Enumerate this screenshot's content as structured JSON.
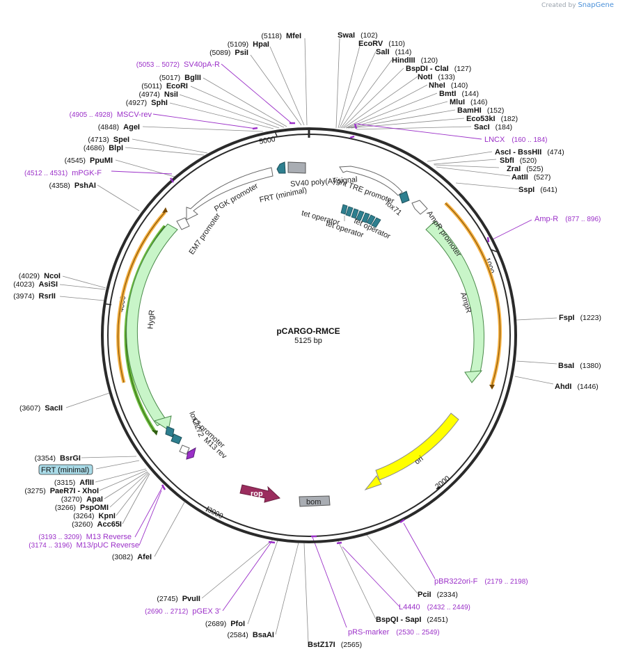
{
  "brand": {
    "prefix": "Created by",
    "name": "SnapGene"
  },
  "plasmid": {
    "name": "pCARGO-RMCE",
    "length_label": "5125 bp"
  },
  "ticks": [
    "1000",
    "2000",
    "3000",
    "4000",
    "5000"
  ],
  "enzymes": [
    {
      "id": "mfei",
      "name": "MfeI",
      "pos": "(5118)"
    },
    {
      "id": "hpai",
      "name": "HpaI",
      "pos": "(5109)"
    },
    {
      "id": "psii",
      "name": "PsiI",
      "pos": "(5089)"
    },
    {
      "id": "bglii",
      "name": "BglII",
      "pos": "(5017)"
    },
    {
      "id": "ecori",
      "name": "EcoRI",
      "pos": "(5011)"
    },
    {
      "id": "nsii",
      "name": "NsiI",
      "pos": "(4974)"
    },
    {
      "id": "sphi",
      "name": "SphI",
      "pos": "(4927)"
    },
    {
      "id": "agei",
      "name": "AgeI",
      "pos": "(4848)"
    },
    {
      "id": "spei",
      "name": "SpeI",
      "pos": "(4713)"
    },
    {
      "id": "blpi",
      "name": "BlpI",
      "pos": "(4686)"
    },
    {
      "id": "ppumi",
      "name": "PpuMI",
      "pos": "(4545)"
    },
    {
      "id": "pshai",
      "name": "PshAI",
      "pos": "(4358)"
    },
    {
      "id": "ncoi",
      "name": "NcoI",
      "pos": "(4029)"
    },
    {
      "id": "asisi",
      "name": "AsiSI",
      "pos": "(4023)"
    },
    {
      "id": "rsrii",
      "name": "RsrII",
      "pos": "(3974)"
    },
    {
      "id": "sacii",
      "name": "SacII",
      "pos": "(3607)"
    },
    {
      "id": "bsrgi",
      "name": "BsrGI",
      "pos": "(3354)"
    },
    {
      "id": "afliii",
      "name": "AflII",
      "pos": "(3315)"
    },
    {
      "id": "paer7i",
      "name": "PaeR7I  - XhoI",
      "pos": "(3275)"
    },
    {
      "id": "apai",
      "name": "ApaI",
      "pos": "(3270)"
    },
    {
      "id": "pspomi",
      "name": "PspOMI",
      "pos": "(3266)"
    },
    {
      "id": "kpni",
      "name": "KpnI",
      "pos": "(3264)"
    },
    {
      "id": "acc65i",
      "name": "Acc65I",
      "pos": "(3260)"
    },
    {
      "id": "afei",
      "name": "AfeI",
      "pos": "(3082)"
    },
    {
      "id": "pvuii",
      "name": "PvuII",
      "pos": "(2745)"
    },
    {
      "id": "pfoi",
      "name": "PfoI",
      "pos": "(2689)"
    },
    {
      "id": "bsaai",
      "name": "BsaAI",
      "pos": "(2584)"
    },
    {
      "id": "bstz17i",
      "name": "BstZ17I",
      "pos": "(2565)"
    },
    {
      "id": "bspqi",
      "name": "BspQI  - SapI",
      "pos": "(2451)"
    },
    {
      "id": "pcii",
      "name": "PciI",
      "pos": "(2334)"
    },
    {
      "id": "ahdi",
      "name": "AhdI",
      "pos": "(1446)"
    },
    {
      "id": "bsai",
      "name": "BsaI",
      "pos": "(1380)"
    },
    {
      "id": "fspi",
      "name": "FspI",
      "pos": "(1223)"
    },
    {
      "id": "sspi",
      "name": "SspI",
      "pos": "(641)"
    },
    {
      "id": "aatii",
      "name": "AatII",
      "pos": "(527)"
    },
    {
      "id": "zrai",
      "name": "ZraI",
      "pos": "(525)"
    },
    {
      "id": "sbfi",
      "name": "SbfI",
      "pos": "(520)"
    },
    {
      "id": "asci",
      "name": "AscI  - BssHII",
      "pos": "(474)"
    },
    {
      "id": "saci",
      "name": "SacI",
      "pos": "(184)"
    },
    {
      "id": "eco53ki",
      "name": "Eco53kI",
      "pos": "(182)"
    },
    {
      "id": "bamhi",
      "name": "BamHI",
      "pos": "(152)"
    },
    {
      "id": "mlui",
      "name": "MluI",
      "pos": "(146)"
    },
    {
      "id": "bmti",
      "name": "BmtI",
      "pos": "(144)"
    },
    {
      "id": "nhei",
      "name": "NheI",
      "pos": "(140)"
    },
    {
      "id": "noti",
      "name": "NotI",
      "pos": "(133)"
    },
    {
      "id": "bspdi",
      "name": "BspDI  - ClaI",
      "pos": "(127)"
    },
    {
      "id": "hindiii",
      "name": "HindIII",
      "pos": "(120)"
    },
    {
      "id": "sali",
      "name": "SalI",
      "pos": "(114)"
    },
    {
      "id": "ecorv",
      "name": "EcoRV",
      "pos": "(110)"
    },
    {
      "id": "swai",
      "name": "SwaI",
      "pos": "(102)"
    }
  ],
  "primers": [
    {
      "id": "sv40pa-r",
      "name": "SV40pA-R",
      "pos": "(5053 .. 5072)"
    },
    {
      "id": "mscv-rev",
      "name": "MSCV-rev",
      "pos": "(4905 .. 4928)"
    },
    {
      "id": "mpgk-f",
      "name": "mPGK-F",
      "pos": "(4512 .. 4531)"
    },
    {
      "id": "lncx",
      "name": "LNCX",
      "pos": "(160 .. 184)"
    },
    {
      "id": "amp-r",
      "name": "Amp-R",
      "pos": "(877 .. 896)"
    },
    {
      "id": "m13-reverse",
      "name": "M13 Reverse",
      "pos": "(3193 .. 3209)"
    },
    {
      "id": "m13-puc-reverse",
      "name": "M13/pUC Reverse",
      "pos": "(3174 .. 3196)"
    },
    {
      "id": "pgex-3",
      "name": "pGEX 3'",
      "pos": "(2690 .. 2712)"
    },
    {
      "id": "prs-marker",
      "name": "pRS-marker",
      "pos": "(2530 .. 2549)"
    },
    {
      "id": "l4440",
      "name": "L4440",
      "pos": "(2432 .. 2449)"
    },
    {
      "id": "pbr322ori-f",
      "name": "pBR322ori-F",
      "pos": "(2179 .. 2198)"
    }
  ],
  "features": {
    "ampr": "AmpR",
    "ampr_promoter": "AmpR promoter",
    "ori": "ori",
    "rop": "rop",
    "bom": "bom",
    "hygr": "HygR",
    "em7": "EM7 promoter",
    "pgk": "PGK promoter",
    "frt_top": "FRT (minimal)",
    "frt_box": "FRT (minimal)",
    "sv40": "SV40 poly(A) signal",
    "tre": "tight TRE promoter",
    "lox71": "lox71",
    "tet1": "tet operator",
    "tet2": "tet operator",
    "tet3": "tet operator",
    "lox2272": "lox2272",
    "t3": "T3 promoter",
    "m13rev": "M13 rev"
  },
  "colors": {
    "backbone": "#2a2a2a",
    "primer": "#9b30c8",
    "promoter_fill": "#ffffff",
    "cds_green": "#c8f5c8",
    "ori_yellow": "#ffff00",
    "rop": "#9b2d5e",
    "grey_feature": "#a9adb3",
    "teal": "#2e7f8f",
    "highlight_orange": "#f5b041"
  }
}
